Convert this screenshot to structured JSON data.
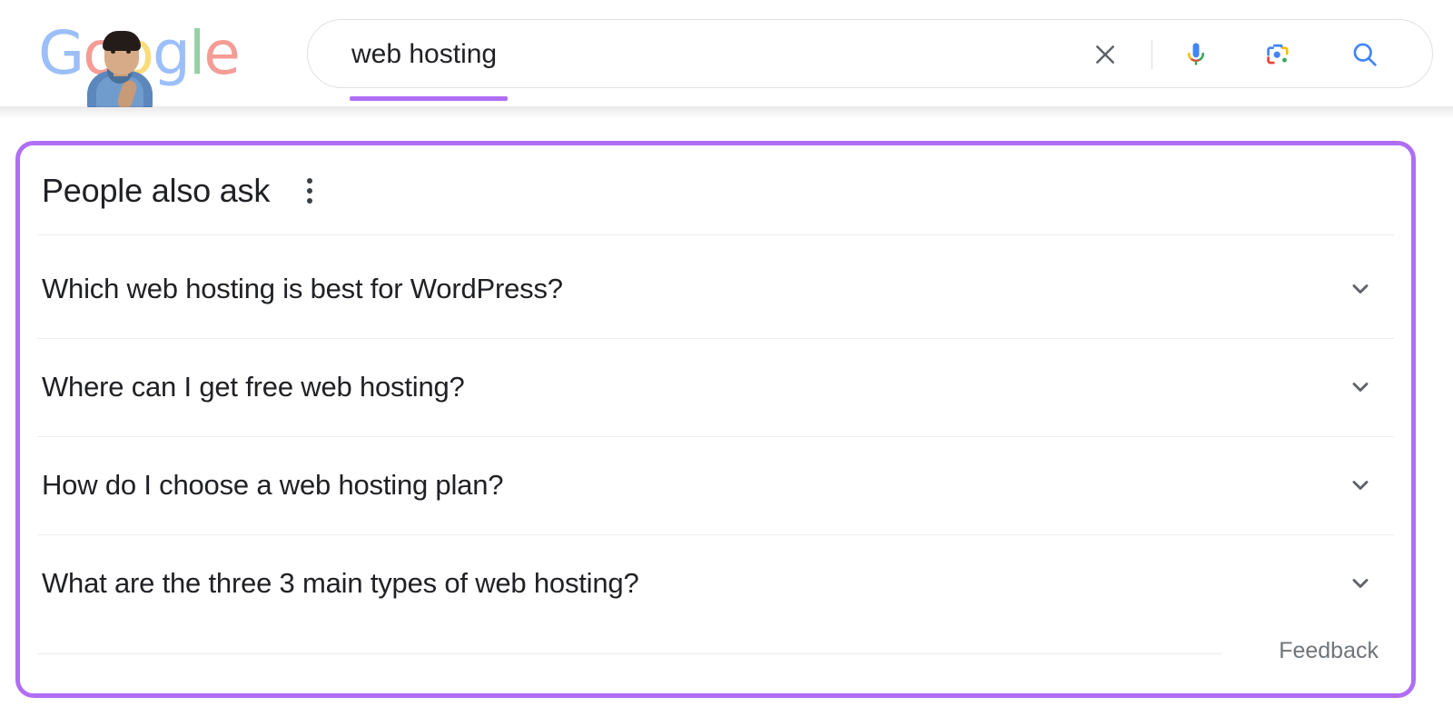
{
  "header": {
    "logo": {
      "name": "Google",
      "letters": [
        "G",
        "o",
        "o",
        "g",
        "l",
        "e"
      ],
      "colors": [
        "#4285F4",
        "#EA4335",
        "#FBBC05",
        "#4285F4",
        "#34A853",
        "#EA4335"
      ],
      "doodle_alt": "doodle-photo-overlay"
    },
    "search": {
      "value": "web hosting",
      "placeholder": "Search",
      "highlight_color": "#b06ef5",
      "clear_icon": "close-icon",
      "mic_icon": "microphone-icon",
      "lens_icon": "google-lens-camera-icon",
      "search_icon": "search-icon"
    }
  },
  "paa": {
    "title": "People also ask",
    "menu_icon": "three-dot-menu-icon",
    "highlight_color": "#b06ef5",
    "expand_icon": "chevron-down-icon",
    "questions": [
      {
        "text": "Which web hosting is best for WordPress?"
      },
      {
        "text": "Where can I get free web hosting?"
      },
      {
        "text": "How do I choose a web hosting plan?"
      },
      {
        "text": "What are the three 3 main types of web hosting?"
      }
    ],
    "feedback_label": "Feedback"
  }
}
